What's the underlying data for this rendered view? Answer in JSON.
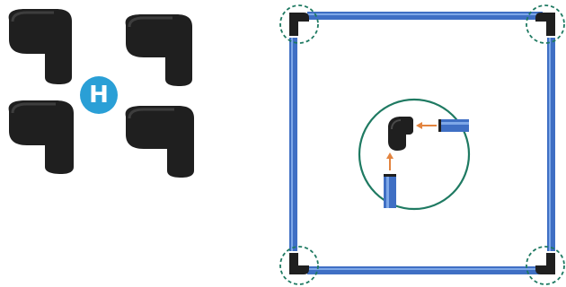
{
  "part_badge": {
    "letter": "H"
  },
  "colors": {
    "frame_tube": "#3f6fc4",
    "frame_tube_highlight": "#7ea8e8",
    "connector": "#1f1f1f",
    "connector_highlight": "#3d3d3d",
    "badge": "#2a9fd6",
    "badge_text": "#ffffff",
    "callout_ring": "#1f7a62",
    "arrow": "#e3843f"
  },
  "icons": {
    "connector": "elbow-connector-icon",
    "badge": "letter-badge-icon",
    "arrow": "arrow-icon"
  },
  "diagram": {
    "part_count": 4,
    "connector_type": "90-degree elbow",
    "frame_shape": "square",
    "corners_highlighted": 4
  }
}
